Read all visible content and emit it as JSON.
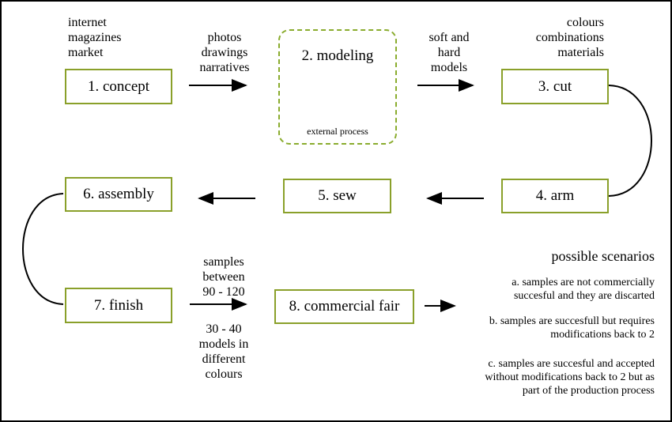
{
  "steps": {
    "concept": "1. concept",
    "modeling": "2. modeling",
    "modeling_note": "external process",
    "cut": "3. cut",
    "arm": "4. arm",
    "sew": "5. sew",
    "assembly": "6. assembly",
    "finish": "7. finish",
    "fair": "8. commercial fair"
  },
  "inputs": {
    "concept_sources": [
      "internet",
      "magazines",
      "market"
    ],
    "to_modeling": [
      "photos",
      "drawings",
      "narratives"
    ],
    "to_cut": [
      "soft and",
      "hard",
      "models"
    ],
    "cut_parameters": [
      "colours",
      "combinations",
      "materials"
    ],
    "samples": [
      "samples",
      "between",
      "90 - 120"
    ],
    "models": [
      "30 - 40",
      "models in",
      "different",
      "colours"
    ]
  },
  "scenarios": {
    "title": "possible scenarios",
    "a": [
      "a. samples are not commercially",
      "succesful and they are discarted"
    ],
    "b": [
      "b. samples are succesfull but requires",
      "modifications back to 2"
    ],
    "c": [
      "c. samples are succesful and accepted",
      "without modifications back to 2 but as",
      "part of the production process"
    ]
  },
  "colors": {
    "box_border": "#8aa02a",
    "dashed_border": "#8aac2e"
  }
}
